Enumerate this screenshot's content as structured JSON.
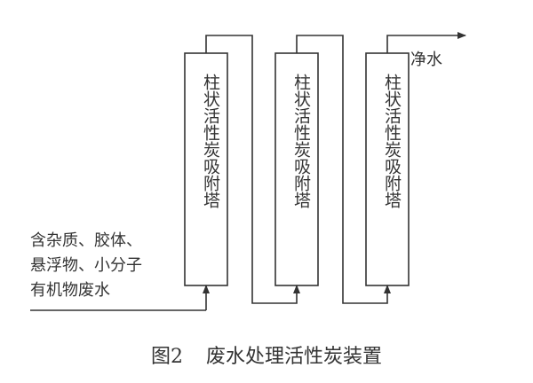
{
  "columns": [
    {
      "label": "柱状活性炭吸附塔"
    },
    {
      "label": "柱状活性炭吸附塔"
    },
    {
      "label": "柱状活性炭吸附塔"
    }
  ],
  "inlet": {
    "lines": [
      "含杂质、胶体、",
      "悬浮物、小分子",
      "有机物废水"
    ]
  },
  "outlet": {
    "label": "净水"
  },
  "caption": {
    "number": "图2",
    "title": "废水处理活性炭装置"
  }
}
